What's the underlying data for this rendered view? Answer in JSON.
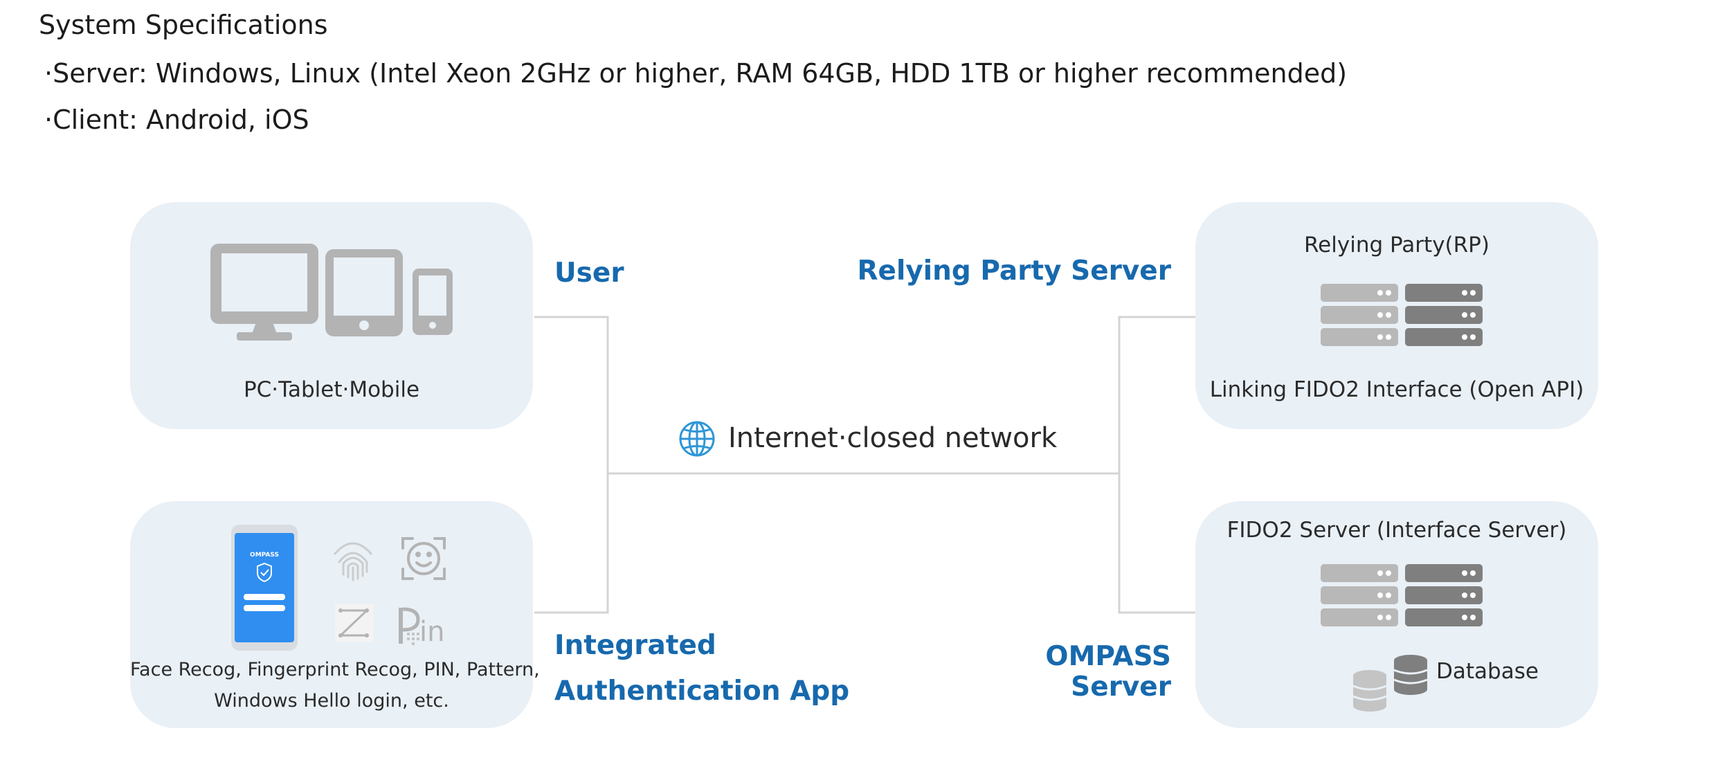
{
  "specs": {
    "title": "System Specifications",
    "server": "·Server: Windows, Linux (Intel Xeon 2GHz or higher, RAM 64GB, HDD 1TB or higher recommended)",
    "client": "·Client: Android, iOS"
  },
  "user": {
    "heading": "User",
    "devices_label": "PC·Tablet·Mobile"
  },
  "auth_app": {
    "heading_line1": "Integrated",
    "heading_line2": "Authentication App",
    "methods_line1": "Face Recog, Fingerprint Recog, PIN, Pattern,",
    "methods_line2": "Windows Hello login, etc.",
    "phone_brand": "OMPASS",
    "pin_glyph": "in"
  },
  "relying_party": {
    "heading": "Relying Party Server",
    "title": "Relying Party(RP)",
    "subtitle": "Linking FIDO2 Interface (Open API)"
  },
  "ompass_server": {
    "heading_line1": "OMPASS",
    "heading_line2": "Server",
    "title": "FIDO2 Server (Interface Server)",
    "database_label": "Database"
  },
  "network": {
    "label": "Internet·closed network"
  },
  "colors": {
    "accent": "#1769ad",
    "card_bg": "#e9f0f6",
    "line": "#d4d4d4",
    "icon_gray": "#b3b3b3",
    "server_light": "#b8b8b8",
    "server_dark": "#7f7f7f",
    "phone_blue": "#2f8ef0"
  },
  "icons": [
    "desktop-icon",
    "tablet-icon",
    "mobile-icon",
    "server-rack-icon",
    "database-icon",
    "globe-icon",
    "fingerprint-icon",
    "face-id-icon",
    "pattern-icon",
    "pin-icon",
    "smartphone-app-icon"
  ]
}
